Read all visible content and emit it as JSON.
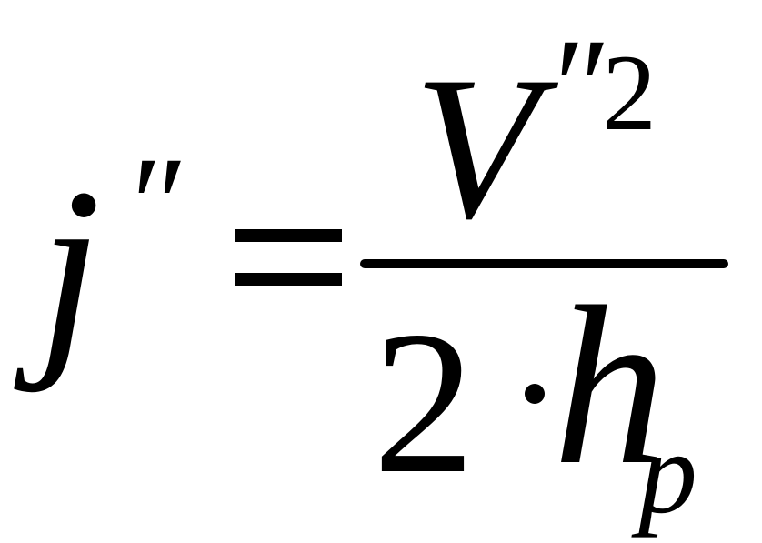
{
  "formula": {
    "lhs": {
      "variable": "j",
      "prime": "″"
    },
    "numerator": {
      "variable": "V",
      "prime": "″",
      "exponent": "2"
    },
    "denominator": {
      "coefficient": "2",
      "variable": "h",
      "subscript": "p"
    }
  }
}
